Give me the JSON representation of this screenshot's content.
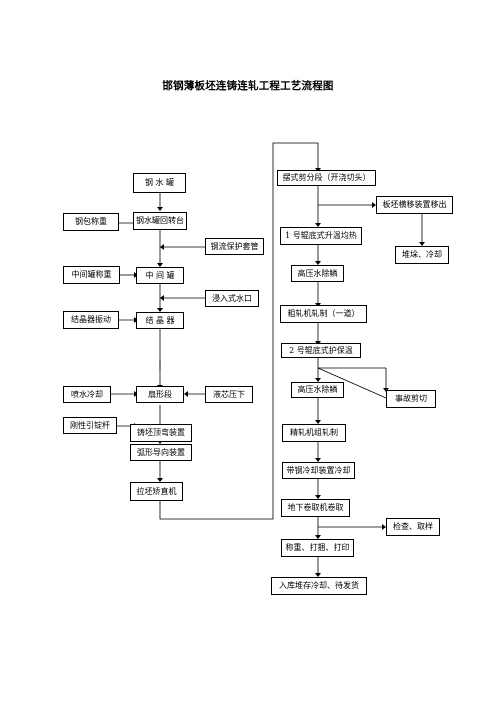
{
  "title": "邯钢薄板坯连铸连轧工程工艺流程图",
  "left_column": [
    "钢 水 罐",
    "钢水罐回转台",
    "中 间 罐",
    "结 晶 器",
    "扇形段",
    "铸坯顶弯装置",
    "弧形导向装置",
    "拉坯矫直机"
  ],
  "left_inputs": [
    "钢包称重",
    "中间罐称重",
    "结晶器振动",
    "喷水冷却",
    "刚性引锭杆"
  ],
  "middle_inputs": [
    "钢流保护套管",
    "浸入式水口",
    "液芯压下"
  ],
  "right_column": [
    "摆式剪分段（开浇切头）",
    "1 号辊底式升温均热",
    "高压水除鳞",
    "粗轧机轧制（一道）",
    "2 号辊底式护保温",
    "高压水除鳞",
    "精轧机组轧制",
    "带钢冷却装置冷却",
    "地下卷取机卷取",
    "称重、打捆、打印",
    "入库堆存冷却、待发货"
  ],
  "right_branches": [
    "板坯横移装置移出",
    "堆垛、冷却",
    "事故剪切",
    "检查、取样"
  ]
}
